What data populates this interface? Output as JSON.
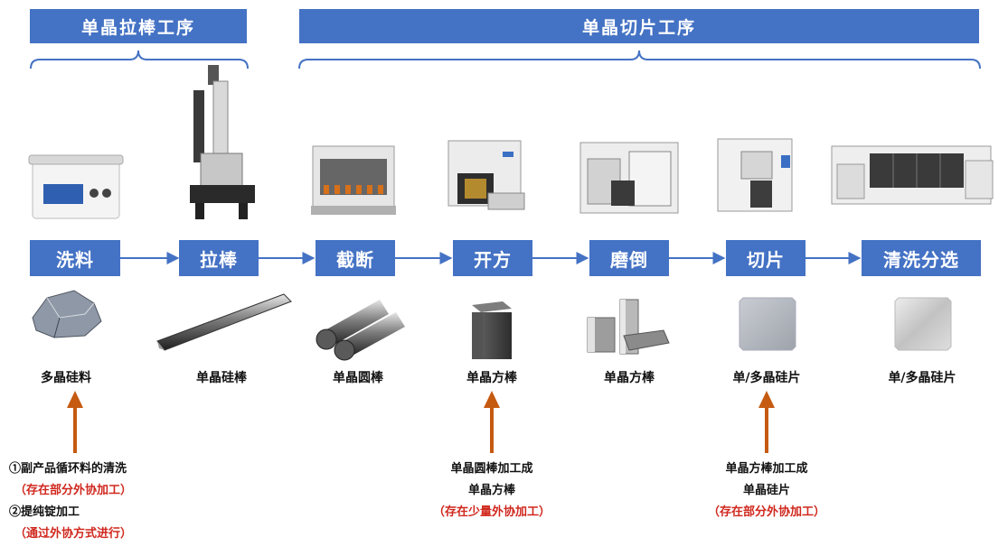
{
  "phases": [
    {
      "label": "单晶拉棒工序"
    },
    {
      "label": "单晶切片工序"
    }
  ],
  "steps": [
    {
      "label": "洗料"
    },
    {
      "label": "拉棒"
    },
    {
      "label": "截断"
    },
    {
      "label": "开方"
    },
    {
      "label": "磨倒"
    },
    {
      "label": "切片"
    },
    {
      "label": "清洗分选"
    }
  ],
  "products": [
    {
      "label": "多晶硅料"
    },
    {
      "label": "单晶硅棒"
    },
    {
      "label": "单晶圆棒"
    },
    {
      "label": "单晶方棒"
    },
    {
      "label": "单晶方棒"
    },
    {
      "label": "单/多晶硅片"
    },
    {
      "label": "单/多晶硅片"
    }
  ],
  "notes": {
    "left": {
      "line1": "①副产品循环料的清洗",
      "line2": "（存在部分外协加工）",
      "line3": "②提纯锭加工",
      "line4": "（通过外协方式进行）"
    },
    "middle": {
      "line1": "单晶圆棒加工成",
      "line2": "单晶方棒",
      "line3": "（存在少量外协加工）"
    },
    "right": {
      "line1": "单晶方棒加工成",
      "line2": "单晶硅片",
      "line3": "（存在部分外协加工）"
    }
  },
  "colors": {
    "accent": "#4472c4",
    "arrow": "#c55a11",
    "note_red": "#d0281e"
  }
}
